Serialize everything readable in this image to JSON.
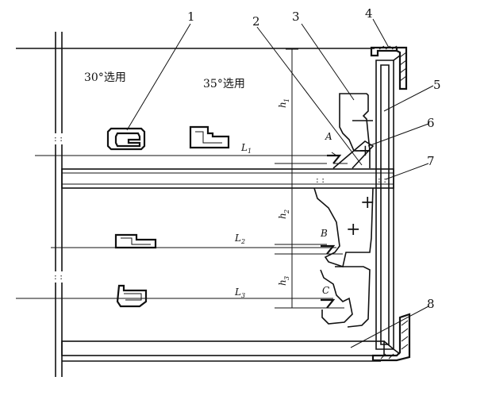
{
  "callouts": [
    "1",
    "2",
    "3",
    "4",
    "5",
    "6",
    "7",
    "8"
  ],
  "zone_labels": {
    "left": "30°选用",
    "right": "35°选用"
  },
  "dimensions": {
    "h1": "h",
    "h1_sub": "1",
    "h2": "h",
    "h2_sub": "2",
    "h3": "h",
    "h3_sub": "3",
    "L1": "L",
    "L1_sub": "1",
    "L2": "L",
    "L2_sub": "2",
    "L3": "L",
    "L3_sub": "3"
  },
  "points": {
    "A": "A",
    "B": "B",
    "C": "C"
  }
}
